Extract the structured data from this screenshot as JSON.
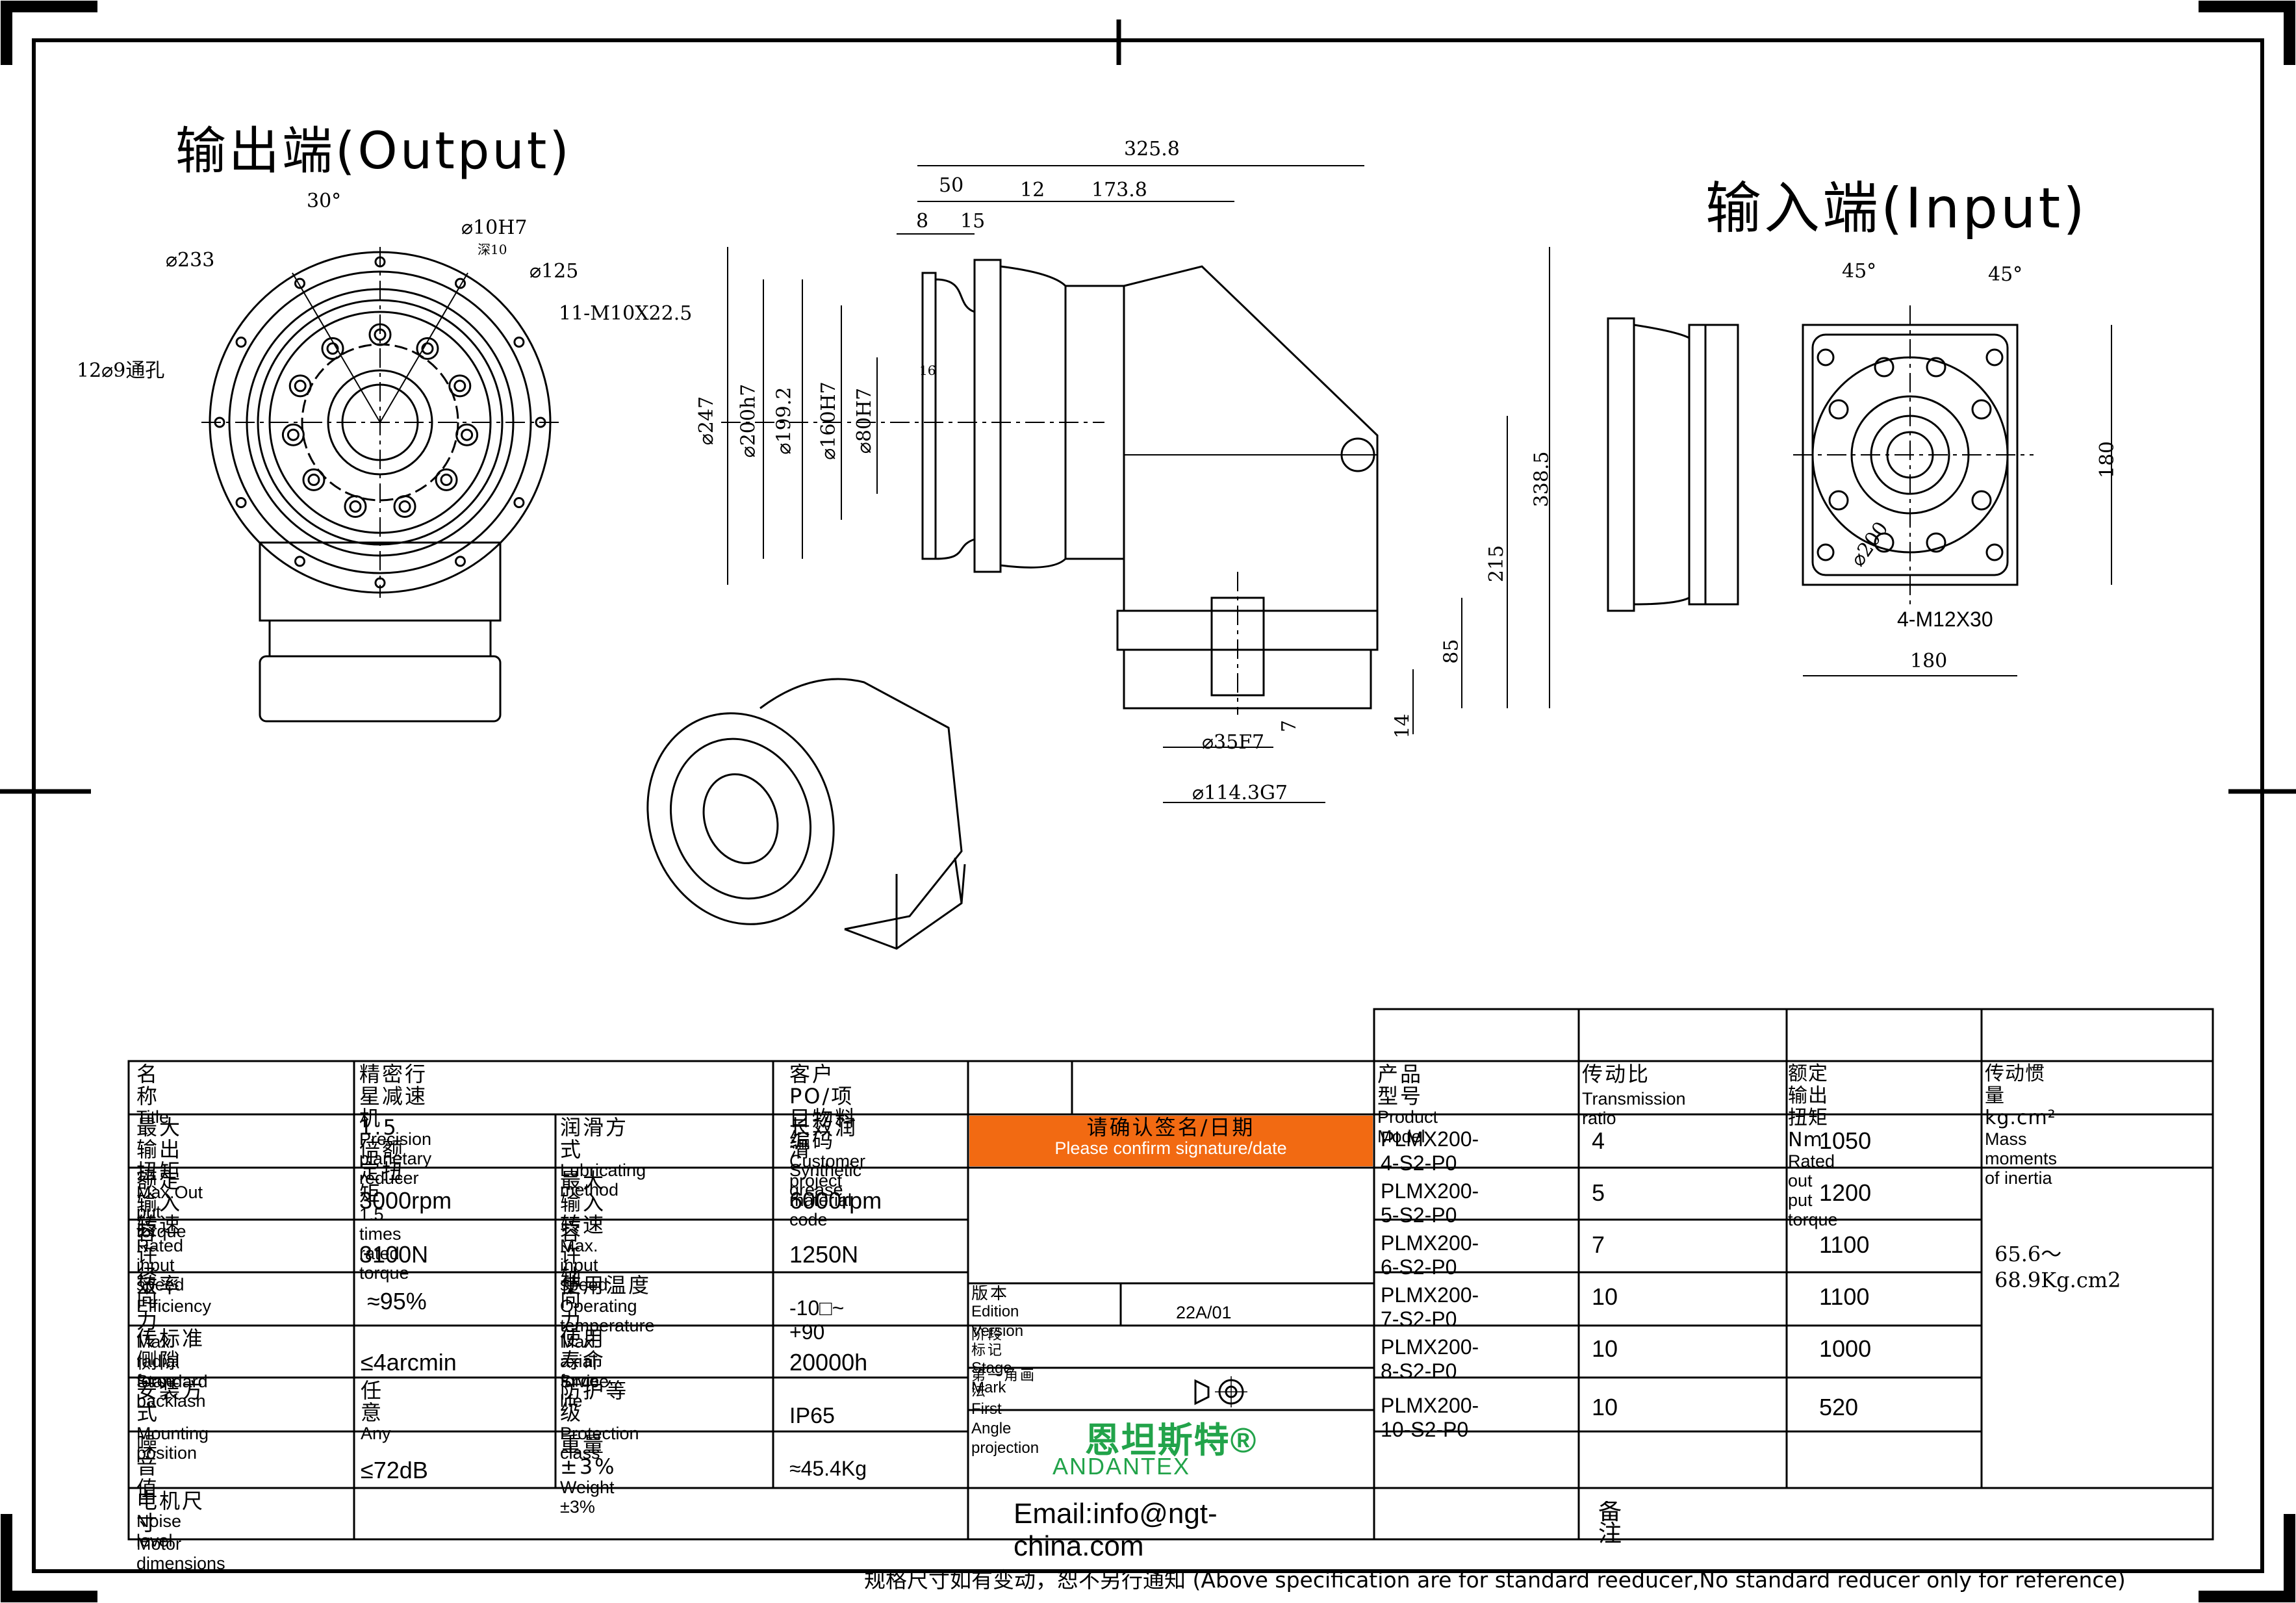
{
  "views": {
    "output_title": "输出端(Output)",
    "input_title": "输入端(Input)"
  },
  "output_dims": {
    "angle": "30°",
    "d233": "⌀233",
    "hole": "⌀10H7",
    "hole_depth": "深10",
    "d125": "⌀125",
    "thread": "11-M10X22.5",
    "through": "12⌀9通孔"
  },
  "side_dims": {
    "overall": "325.8",
    "d50": "50",
    "d12": "12",
    "d173": "173.8",
    "d8": "8",
    "d15": "15",
    "d247": "⌀247",
    "d200": "⌀200h7",
    "d199": "⌀199.2",
    "d160": "⌀160H7",
    "d80": "⌀80H7",
    "d16": "16",
    "h338": "338.5",
    "h215": "215",
    "h85": "85",
    "h14": "14",
    "h7": "7",
    "d35": "⌀35F7",
    "d114": "⌀114.3G7"
  },
  "input_dims": {
    "a1": "45°",
    "a2": "45°",
    "h180": "180",
    "d200": "⌀200",
    "thread": "4-M12X30",
    "w180": "180"
  },
  "spec": {
    "title_cn": "名称",
    "title_en": "Title",
    "title_val_cn": "精密行星减速机",
    "title_val_en": "Precision planetary reducer",
    "customer_cn": "客户PO/项目物料编码",
    "customer_en": "Customer project material code",
    "torque_cn": "最大输出扭矩",
    "torque_en": "Max.Out put torque",
    "torque_val_cn": "1.5倍额定扭矩",
    "torque_val_en": "1.5 times rated torque",
    "lub_cn": "润滑方式",
    "lub_en": "Lubricating method",
    "lub_val_cn": "长效润滑",
    "lub_val_en": "Synthetic grease",
    "confirm_cn": "请确认签名/日期",
    "confirm_en": "Please confirm signature/date",
    "speed_cn": "额定输入转速",
    "speed_en": "Rated input speed",
    "speed_val": "3000rpm",
    "maxspeed_cn": "最大输入转速",
    "maxspeed_en": "Max. input speed",
    "maxspeed_val": "6000rpm",
    "radial_cn": "容许径向力",
    "radial_en": "Max. radial force",
    "radial_val": "3100N",
    "axial_cn": "容许轴向力",
    "axial_en": "Max. axial force",
    "axial_val": "1250N",
    "eff_cn": "效率",
    "eff_en": "Efficiency",
    "eff_val": "≈95%",
    "temp_cn": "使用温度",
    "temp_en": "Operating temperature",
    "temp_val": "-10□~ +90",
    "backlash_cn": "传标准侧隙",
    "backlash_en": "Standard backlash",
    "backlash_val": "≤4arcmin",
    "life_cn": "使用寿命",
    "life_en": "Srvice life",
    "life_val": "20000h",
    "mount_cn": "安装方式",
    "mount_en": "Mounting position",
    "mount_val_cn": "任意",
    "mount_val_en": "Any",
    "prot_cn": "防护等级",
    "prot_en": "Protection class",
    "prot_val": "IP65",
    "noise_cn": "噪音值",
    "noise_en": "Noise level",
    "noise_val": "≤72dB",
    "weight_cn": "重量 ±3%",
    "weight_en": "Weight ±3%",
    "weight_val": "≈45.4Kg",
    "motor_cn": "电机尺寸",
    "motor_en": "Motor dimensions",
    "edition_cn": "版本",
    "edition_en": "Edition Version",
    "edition_val": "22A/01",
    "stage_cn": "阶段标记",
    "stage_en": "Stage Mark",
    "proj_cn": "第一角画法",
    "proj_en": "First Angle projection",
    "brand_cn": "恩坦斯特®",
    "brand_en": "ANDANTEX",
    "email": "Email:info@ngt-china.com",
    "remark": "备注"
  },
  "models": {
    "headers": {
      "model_cn": "产品型号",
      "model_en": "Product Model",
      "ratio_cn": "传动比",
      "ratio_en": "Transmission ratio",
      "torque_cn": "额定输出扭矩Nm",
      "torque_en": "Rated out put torque",
      "inertia_cn": "传动惯量kg.cm²",
      "inertia_en": "Mass moments of inertia"
    },
    "rows": [
      {
        "model": "PLMX200-4-S2-P0",
        "ratio": "4",
        "torque": "1050"
      },
      {
        "model": "PLMX200-5-S2-P0",
        "ratio": "5",
        "torque": "1200"
      },
      {
        "model": "PLMX200-6-S2-P0",
        "ratio": "7",
        "torque": "1100"
      },
      {
        "model": "PLMX200-7-S2-P0",
        "ratio": "10",
        "torque": "1100"
      },
      {
        "model": "PLMX200-8-S2-P0",
        "ratio": "10",
        "torque": "1000"
      },
      {
        "model": "PLMX200-10-S2-P0",
        "ratio": "10",
        "torque": "520"
      }
    ],
    "inertia": "65.6～68.9Kg.cm2"
  },
  "footer": "规格尺寸如有变动，恕不另行通知   (Above specification are for standard reeducer,No standard reducer only for reference)"
}
